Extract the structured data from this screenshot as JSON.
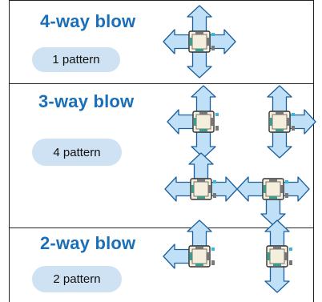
{
  "sections": [
    {
      "title": "4-way blow",
      "pattern": "1 pattern"
    },
    {
      "title": "3-way blow",
      "pattern": "4 pattern"
    },
    {
      "title": "2-way blow",
      "pattern": "2 pattern"
    }
  ],
  "colors": {
    "title": "#1a6fb8",
    "pill": "#cfe2f3",
    "arrow_fill": "#bfe0f7",
    "arrow_stroke": "#1b5f9e",
    "unit_fill": "#f6eedc",
    "accent_teal": "#3a9e8e",
    "accent_cyan": "#37b6e0",
    "accent_gray": "#777777"
  },
  "units": [
    {
      "name": "unit-4way",
      "arrows": [
        "up",
        "down",
        "left",
        "right"
      ]
    },
    {
      "name": "unit-3way-a",
      "arrows": [
        "up",
        "down",
        "left"
      ]
    },
    {
      "name": "unit-3way-b",
      "arrows": [
        "up",
        "down",
        "right"
      ]
    },
    {
      "name": "unit-3way-c",
      "arrows": [
        "up",
        "left",
        "right"
      ]
    },
    {
      "name": "unit-3way-d",
      "arrows": [
        "down",
        "left",
        "right"
      ]
    },
    {
      "name": "unit-2way-a",
      "arrows": [
        "up",
        "left"
      ]
    },
    {
      "name": "unit-2way-b",
      "arrows": [
        "up",
        "down"
      ]
    }
  ]
}
